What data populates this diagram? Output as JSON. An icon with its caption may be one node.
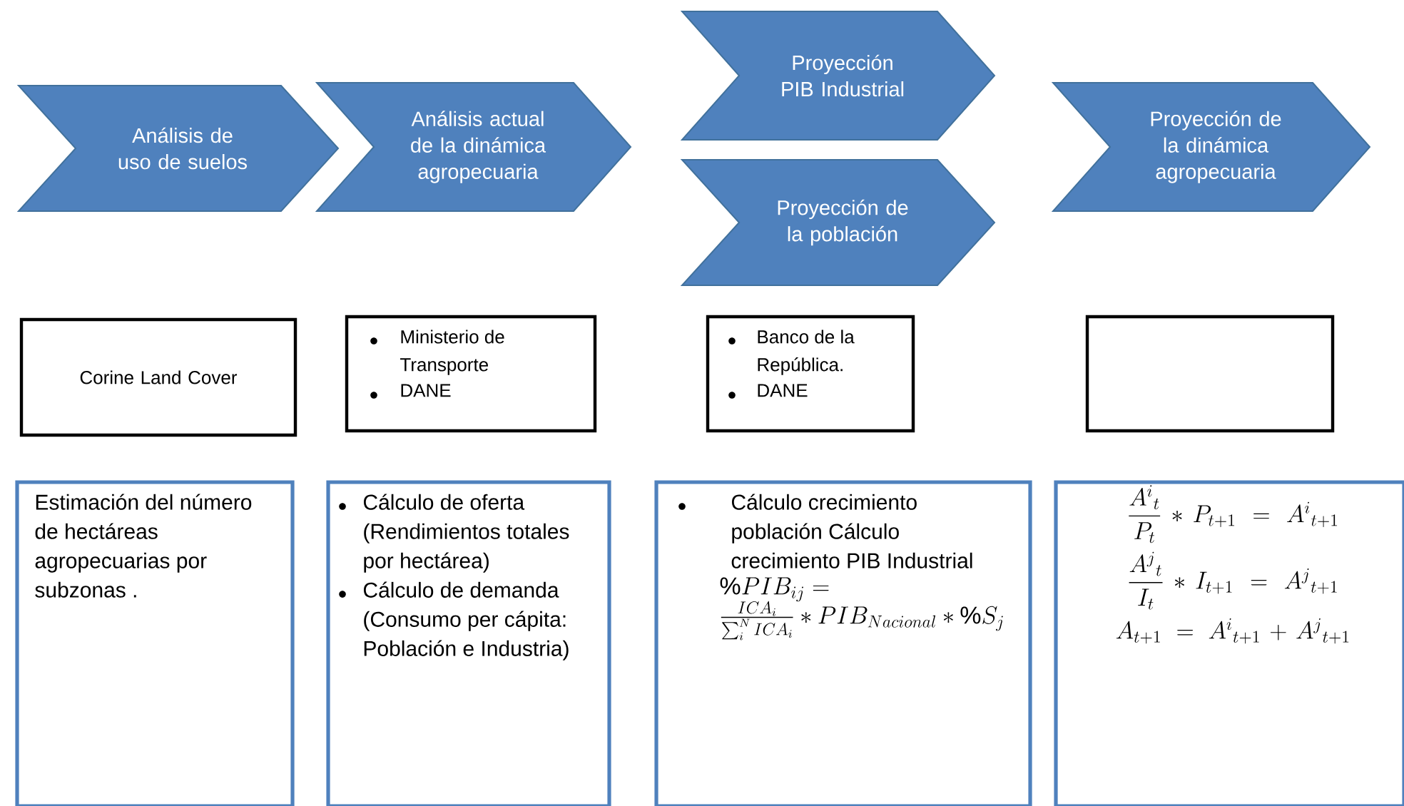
{
  "diagram": {
    "nodes": [
      {
        "text": [
          "Análisis de uso de suelos"
        ]
      },
      {
        "text": [
          "Análisis actual de la dinámica agropecuaria"
        ]
      },
      {
        "text": [
          "Proyección PIB Industrial"
        ]
      },
      {
        "text": [
          "Proyección de la población"
        ]
      },
      {
        "text": [
          "Proyección de la dinámica agropecuaria"
        ]
      },
      {
        "text": [
          "Corine Land Cover"
        ]
      },
      {
        "text": [
          "Ministerio de Transporte",
          "DANE"
        ]
      },
      {
        "text": [
          "Banco de la República.",
          "DANE"
        ]
      },
      {
        "text": [],
        "shape": "box"
      },
      {
        "text": [
          "Estimación del número de hectáreas agropecuarias por subzonas ."
        ]
      },
      {
        "text": [
          "Cálculo de oferta (Rendimientos totales por hectárea)",
          "Cálculo de demanda (Consumo per cápita: Población e Industria)"
        ]
      },
      {
        "text": [
          "Cálculo crecimiento población Cálculo crecimiento PIB Industrial",
          "\\%PIB_{ij} = \\frac{ICA_{i}}{\\sum_{i}^{N} ICA_{i}} * PIB_{Nacional} * \\%S_{j}"
        ]
      },
      {
        "text": [
          "\\dfrac{{A^{i}}_{t}}{P_{t}} * P_{t+1} = {A^{i}}_{t+1}",
          "\\dfrac{{A^{j}}_{t}}{I_{t}} * I_{t+1} = {A^{j}}_{t+1}",
          "A_{t+1} = {A^{i}}_{t+1} + {A^{j}}_{t+1}"
        ]
      }
    ]
  }
}
